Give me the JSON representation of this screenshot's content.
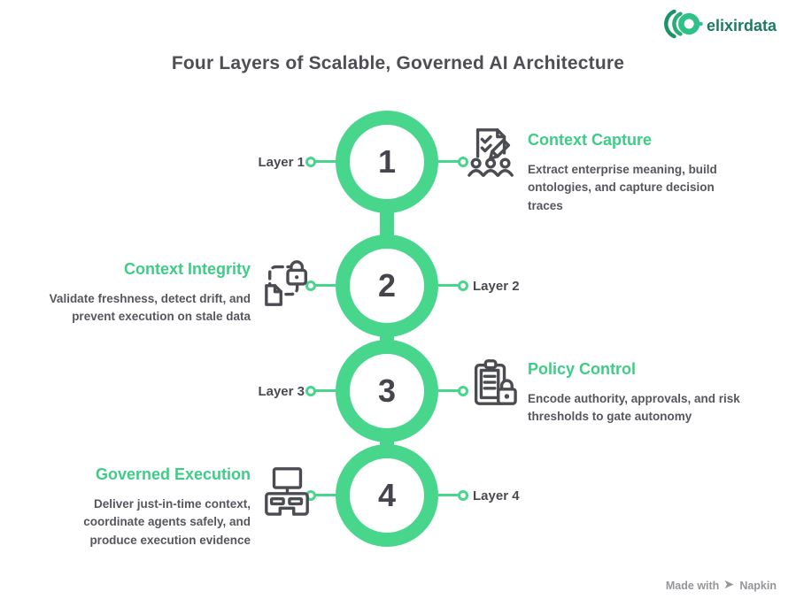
{
  "title": "Four Layers of Scalable, Governed AI Architecture",
  "brand": {
    "name": "elixirdata",
    "icon": "elixirdata-sphere-icon"
  },
  "credit": {
    "prefix": "Made with",
    "brand": "Napkin",
    "icon": "napkin-pen-icon"
  },
  "colors": {
    "primary_green": "#47d68c",
    "heading_green": "#3ecd87",
    "dark_text": "#4b4b53",
    "description_text": "#55565e",
    "brand_teal": "#1b7c63",
    "credit_gray": "#95959a"
  },
  "layers": [
    {
      "number": "1",
      "label": "Layer 1",
      "heading": "Context Capture",
      "description": "Extract enterprise meaning, build ontologies, and capture decision traces",
      "icon": "checklist-pen-people-icon",
      "content_side": "right"
    },
    {
      "number": "2",
      "label": "Layer 2",
      "heading": "Context Integrity",
      "description": "Validate freshness, detect drift, and prevent execution on stale data",
      "icon": "lock-document-icon",
      "content_side": "left"
    },
    {
      "number": "3",
      "label": "Layer 3",
      "heading": "Policy Control",
      "description": "Encode authority, approvals, and risk thresholds to gate autonomy",
      "icon": "clipboard-lock-icon",
      "content_side": "right"
    },
    {
      "number": "4",
      "label": "Layer 4",
      "heading": "Governed Execution",
      "description": "Deliver just-in-time context, coordinate agents safely, and produce execution evidence",
      "icon": "workstation-desk-icon",
      "content_side": "left"
    }
  ]
}
